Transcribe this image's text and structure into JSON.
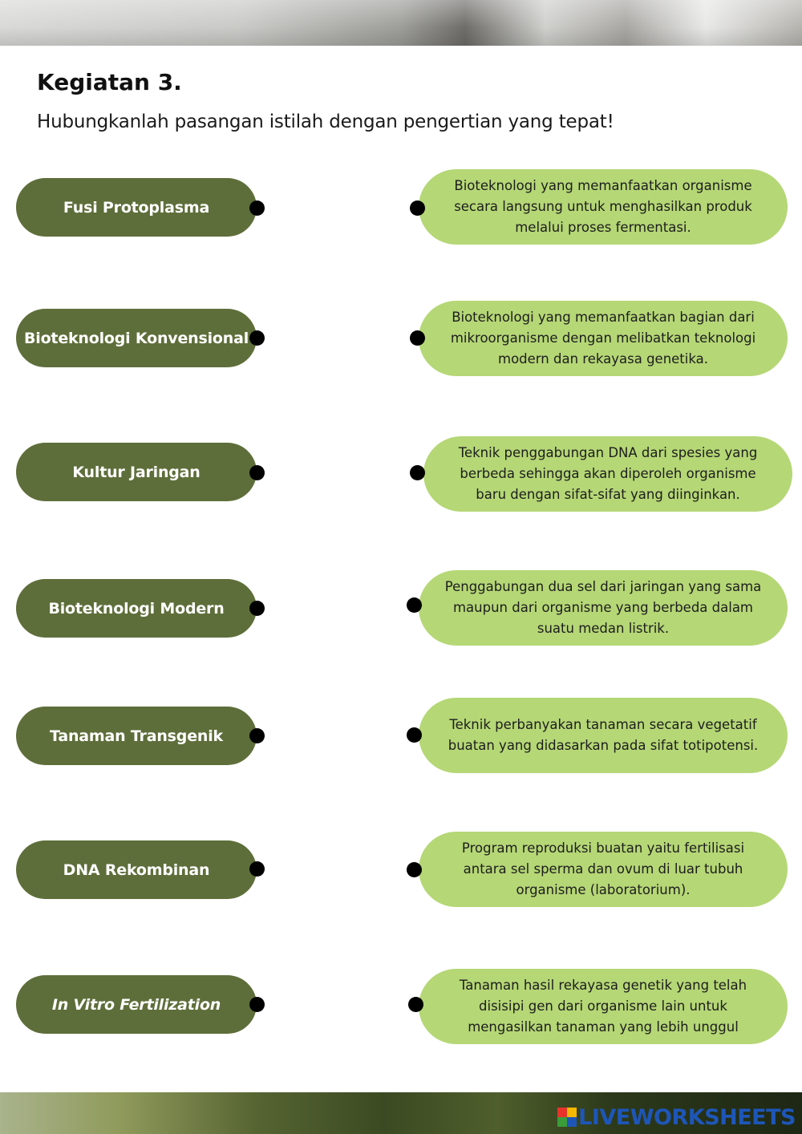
{
  "header": {
    "title": "Kegiatan 3.",
    "instruction": "Hubungkanlah pasangan istilah dengan pengertian yang tepat!"
  },
  "terms": [
    {
      "label": "Fusi Protoplasma"
    },
    {
      "label": "Bioteknologi Konvensional"
    },
    {
      "label": "Kultur Jaringan"
    },
    {
      "label": "Bioteknologi Modern"
    },
    {
      "label": "Tanaman Transgenik"
    },
    {
      "label": "DNA Rekombinan"
    },
    {
      "label": "In Vitro Fertilization"
    }
  ],
  "definitions": [
    {
      "text": "Bioteknologi yang memanfaatkan organisme secara langsung untuk menghasilkan produk melalui proses fermentasi."
    },
    {
      "text": "Bioteknologi yang memanfaatkan bagian dari mikroorganisme dengan melibatkan teknologi modern dan rekayasa genetika."
    },
    {
      "text": "Teknik penggabungan DNA dari spesies yang berbeda sehingga akan diperoleh organisme baru dengan sifat-sifat yang diinginkan."
    },
    {
      "text": "Penggabungan dua sel dari jaringan yang sama maupun dari  organisme yang berbeda dalam suatu medan listrik."
    },
    {
      "text": "Teknik perbanyakan tanaman secara vegetatif buatan yang didasarkan pada sifat totipotensi."
    },
    {
      "text": "Program reproduksi buatan yaitu fertilisasi antara sel sperma dan ovum di luar tubuh organisme (laboratorium)."
    },
    {
      "text": "Tanaman hasil rekayasa genetik  yang telah disisipi gen dari organisme lain untuk mengasilkan tanaman yang lebih unggul"
    }
  ],
  "colors": {
    "term_fill": "#5e6e3a",
    "definition_fill": "#b5d776",
    "connector_dot": "#000000",
    "brand_blue": "#1e56b8"
  },
  "footer": {
    "brand": "LIVEWORKSHEETS"
  }
}
